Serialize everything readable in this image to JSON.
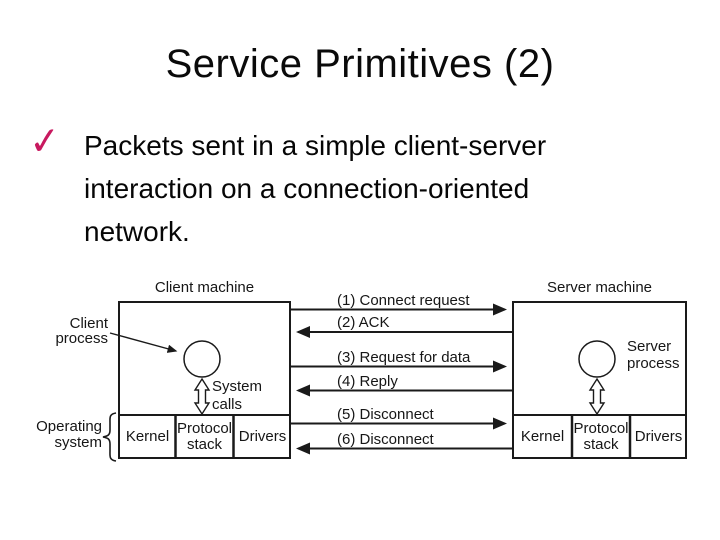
{
  "slide": {
    "title": "Service Primitives (2)",
    "bullet": {
      "marker": "✓",
      "lines": [
        "Packets sent in a simple client-server",
        "interaction on a connection-oriented",
        "network."
      ]
    }
  },
  "diagram": {
    "client": {
      "machine_label": "Client machine",
      "process_label": [
        "Client",
        "process"
      ],
      "system_calls_label": [
        "System",
        "calls"
      ],
      "os_label": [
        "Operating",
        "system"
      ],
      "cells": [
        "Kernel",
        "Protocol stack",
        "Drivers"
      ]
    },
    "server": {
      "machine_label": "Server machine",
      "process_label": [
        "Server",
        "process"
      ],
      "cells": [
        "Kernel",
        "Protocol stack",
        "Drivers"
      ]
    },
    "messages": [
      {
        "label": "(1) Connect request",
        "direction": "right"
      },
      {
        "label": "(2) ACK",
        "direction": "left"
      },
      {
        "label": "(3) Request for data",
        "direction": "right"
      },
      {
        "label": "(4) Reply",
        "direction": "left"
      },
      {
        "label": "(5) Disconnect",
        "direction": "right"
      },
      {
        "label": "(6) Disconnect",
        "direction": "left"
      }
    ]
  },
  "colors": {
    "checkmark": "#C8195F",
    "text": "#000000",
    "diagram_line": "#1A1A1A"
  }
}
